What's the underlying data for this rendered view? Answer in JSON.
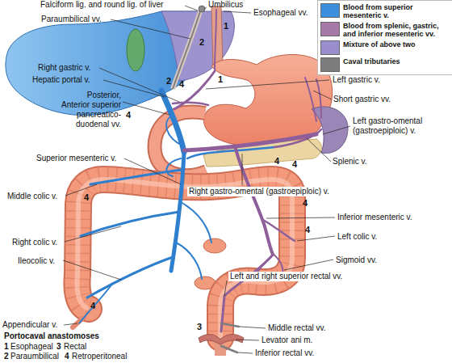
{
  "diagram": {
    "labels": [
      "Falciform lig. and round lig. of liver",
      "Umbilicus",
      "Esophageal vv.",
      "1",
      "Paraumbilical vv.",
      "2",
      "Right gastric v.",
      "Hepatic portal v.",
      "2",
      "4",
      "1",
      "Left gastric v.",
      "Posterior, Anterior superior pancreatico- duodenal vv.",
      "Short gastric vv.",
      "4",
      "Left gastro-omental (gastroepiploic) v.",
      "Superior mesenteric v.",
      "Splenic v.",
      "4",
      "4",
      "Right gastro-omental (gastroepiploic) v.",
      "Middle colic v.",
      "4",
      "4",
      "Inferior mesenteric v.",
      "4",
      "Left colic v.",
      "Right colic v.",
      "Sigmoid vv.",
      "Ileocolic v.",
      "Left and right superior rectal vv.",
      "4",
      "Appendicular v.",
      "3",
      "Middle rectal vv.",
      "Portocaval anastomoses",
      "Levator ani m.",
      "1",
      "Esophageal",
      "3",
      "Rectal",
      "Inferior rectal vv.",
      "2",
      "Paraumbilical",
      "4",
      "Retroperitoneal"
    ],
    "legend": [
      {
        "text": "Blood from superior mesenteric v.",
        "color": "#3c8fdc"
      },
      {
        "text": "Blood from splenic, gastric, and inferior mesenteric vv.",
        "color": "#a67aa8"
      },
      {
        "text": "Mixture of above two",
        "color": "#9a8fcc"
      },
      {
        "text": "Caval tributaries",
        "color": "#7d7d7d"
      }
    ]
  }
}
